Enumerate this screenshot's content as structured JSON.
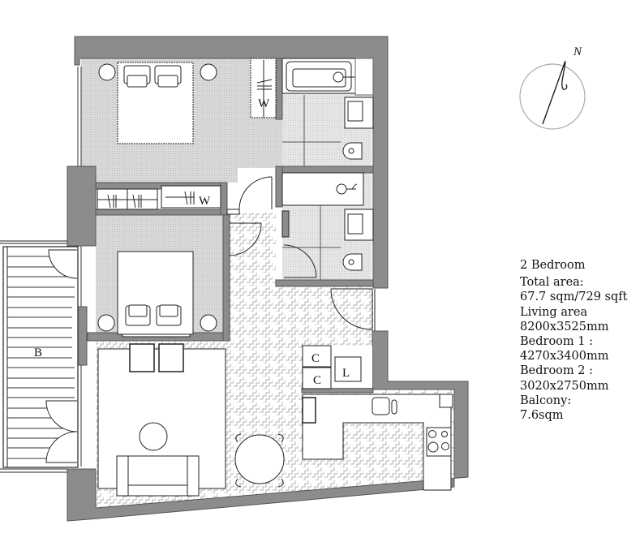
{
  "plan": {
    "type": "apartment floor plan",
    "colors": {
      "wall": "#8c8c8c",
      "wall_outline": "#555555",
      "carpet": "#d6d6d6",
      "tile_wet": "#e4e4e4",
      "parquet_line": "#b8b8b8",
      "line": "#222222",
      "background": "#ffffff"
    },
    "labels": {
      "wardrobe_1": "W",
      "wardrobe_2": "W",
      "balcony": "B",
      "cupboard_1": "C",
      "cupboard_2": "C",
      "laundry": "L"
    },
    "rooms": [
      {
        "id": "bedroom-1",
        "name": "Bedroom 1"
      },
      {
        "id": "bedroom-2",
        "name": "Bedroom 2"
      },
      {
        "id": "bathroom",
        "name": "Bathroom"
      },
      {
        "id": "ensuite",
        "name": "Shower room"
      },
      {
        "id": "living",
        "name": "Living area"
      },
      {
        "id": "kitchen",
        "name": "Kitchen"
      },
      {
        "id": "balcony",
        "name": "Balcony"
      }
    ]
  },
  "compass": {
    "label": "N"
  },
  "legend": {
    "title": "2 Bedroom",
    "lines": [
      "Total area:",
      "67.7 sqm/729 sqft",
      "Living area",
      "8200x3525mm",
      "Bedroom 1 :",
      "4270x3400mm",
      "Bedroom 2 :",
      "3020x2750mm",
      "Balcony:",
      "7.6sqm"
    ]
  }
}
